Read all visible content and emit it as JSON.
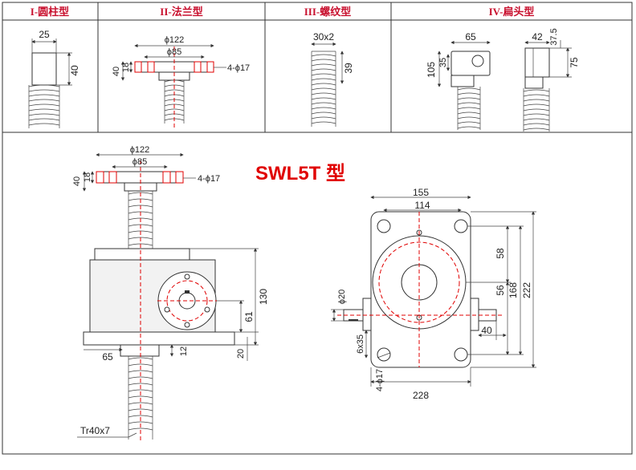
{
  "headers": {
    "type1": "I-圆柱型",
    "type2": "II-法兰型",
    "type3": "III-螺纹型",
    "type4": "IV-扁头型"
  },
  "cylinder": {
    "d25": "25",
    "d40": "40"
  },
  "flange_small": {
    "d122": "ϕ122",
    "d85": "ϕ85",
    "d40": "40",
    "d18": "18",
    "holes": "4-ϕ17"
  },
  "thread": {
    "d30x2": "30x2",
    "d39": "39"
  },
  "flat": {
    "d65": "65",
    "d105": "105",
    "d35": "35",
    "d42": "42",
    "d37_5": "37.5",
    "d75": "75"
  },
  "title": "SWL5T 型",
  "side_view": {
    "d122": "ϕ122",
    "d85": "ϕ85",
    "d40": "40",
    "d18": "18",
    "holes": "4-ϕ17",
    "d130": "130",
    "d61": "61",
    "d65": "65",
    "d12": "12",
    "d20": "20",
    "thread": "Tr40x7"
  },
  "top_view": {
    "d155": "155",
    "d114": "114",
    "d58": "58",
    "d56": "56",
    "d168": "168",
    "d222": "222",
    "d20": "ϕ20",
    "d40": "40",
    "d6x35": "6x35",
    "holes": "4-ϕ17",
    "d228": "228"
  }
}
